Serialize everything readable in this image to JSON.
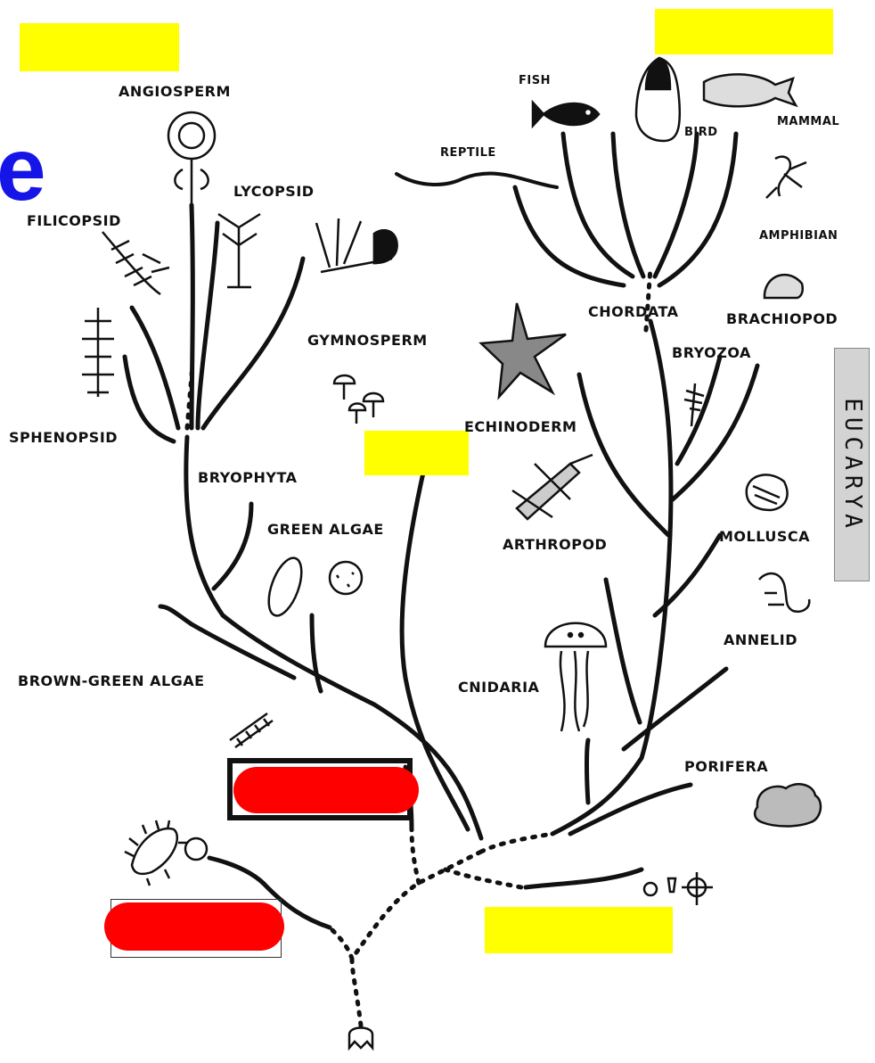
{
  "big_letter": "e",
  "plants": {
    "angiosperm": "ANGIOSPERM",
    "lycopsid": "LYCOPSID",
    "filicopsid": "FILICOPSID",
    "gymnosperm": "GYMNOSPERM",
    "sphenopsid": "SPHENOPSID",
    "bryophyta": "BRYOPHYTA",
    "green_algae": "GREEN ALGAE",
    "brown_green_algae": "BROWN-GREEN ALGAE"
  },
  "animals": {
    "fish": "FISH",
    "bird": "BIRD",
    "mammal": "MAMMAL",
    "reptile": "REPTILE",
    "amphibian": "AMPHIBIAN",
    "chordata": "CHORDATA",
    "brachiopod": "BRACHIOPOD",
    "bryozoa": "BRYOZOA",
    "echinoderm": "ECHINODERM",
    "arthropod": "ARTHROPOD",
    "mollusca": "MOLLUSCA",
    "annelid": "ANNELID",
    "cnidaria": "CNIDARIA",
    "porifera": "PORIFERA"
  },
  "domain_label": "EUCARYA",
  "colors": {
    "highlight": "#ffff00",
    "redaction": "#ff0000",
    "accent_letter": "#1515e8",
    "ink": "#111111"
  }
}
